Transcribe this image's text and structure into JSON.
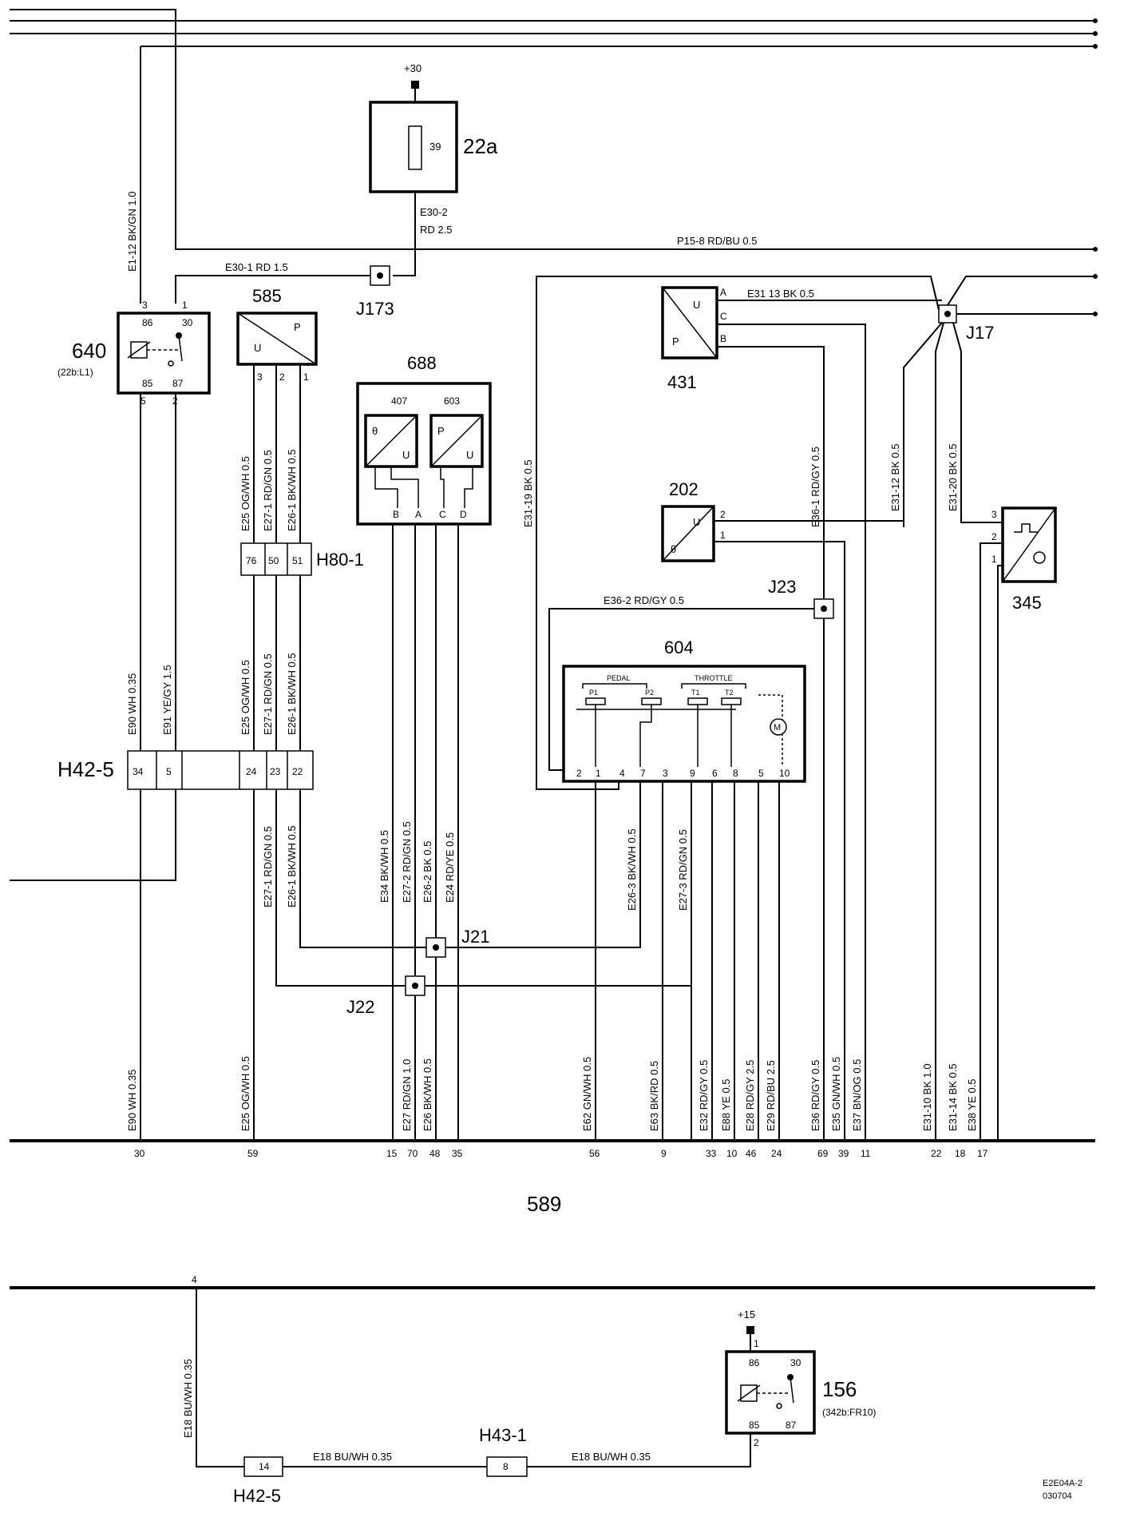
{
  "components": {
    "c22a": {
      "id": "22a",
      "fuse": "39",
      "supply": "+30"
    },
    "c640": {
      "id": "640",
      "sub": "(22b:L1)",
      "pins": [
        "86",
        "30",
        "85",
        "87"
      ],
      "ext": [
        "3",
        "1",
        "5",
        "2"
      ]
    },
    "c585": {
      "id": "585",
      "u": "U",
      "p": "P",
      "pins": [
        "3",
        "2",
        "1"
      ]
    },
    "c688": {
      "id": "688",
      "s1": "407",
      "s2": "603",
      "theta": "θ",
      "u": "U",
      "p": "P",
      "pins": [
        "B",
        "A",
        "C",
        "D"
      ]
    },
    "c431": {
      "id": "431",
      "u": "U",
      "p": "P",
      "pins": [
        "A",
        "C",
        "B"
      ]
    },
    "c202": {
      "id": "202",
      "u": "U",
      "theta": "θ",
      "pins": [
        "2",
        "1"
      ]
    },
    "c345": {
      "id": "345",
      "pins": [
        "3",
        "2",
        "1"
      ]
    },
    "c604": {
      "id": "604",
      "pedal": "PEDAL",
      "throttle": "THROTTLE",
      "sensors": [
        "P1",
        "P2",
        "T1",
        "T2"
      ],
      "motor": "M",
      "pins": [
        "2",
        "1",
        "4",
        "7",
        "3",
        "9",
        "6",
        "8",
        "5",
        "10"
      ]
    },
    "c156": {
      "id": "156",
      "sub": "(342b:FR10)",
      "supply": "+15",
      "pins": [
        "86",
        "30",
        "85",
        "87"
      ],
      "ext": [
        "1",
        "2"
      ]
    },
    "c589": {
      "id": "589"
    }
  },
  "connectors": {
    "H80_1": {
      "id": "H80-1",
      "pins": [
        "76",
        "50",
        "51"
      ]
    },
    "H42_5": {
      "id": "H42-5",
      "pins": [
        "34",
        "5",
        "24",
        "23",
        "22"
      ]
    },
    "H42_5b": {
      "id": "H42-5",
      "pins": [
        "14"
      ]
    },
    "H43_1": {
      "id": "H43-1",
      "pins": [
        "8"
      ]
    }
  },
  "junctions": [
    "J173",
    "J17",
    "J23",
    "J21",
    "J22"
  ],
  "wires": {
    "e1_12": "E1-12  BK/GN  1.0",
    "e30_2": "E30-2",
    "e30_2b": "RD   2.5",
    "p15_8": "P15-8  RD/BU  0.5",
    "e30_1": "E30-1    RD    1.5",
    "e31_13": "E31 13  BK   0.5",
    "e31_19": "E31-19  BK   0.5",
    "e36_1": "E36-1  RD/GY  0.5",
    "e31_12": "E31-12  BK   0.5",
    "e31_20": "E31-20  BK   0.5",
    "e36_2": "E36-2    RD/GY   0.5",
    "w585_3": "E25   OG/WH 0.5",
    "w585_2": "E27-1   RD/GN 0.5",
    "w585_1": "E26-1   BK/WH 0.5",
    "h80_76": "E25   OG/WH 0.5",
    "h80_50": "E27-1   RD/GN 0.5",
    "h80_51": "E26-1   BK/WH 0.5",
    "e90a": "E90    WH   0.35",
    "e91": "E91    YE/GY  1.5",
    "h42_23": "E27-1   RD/GN 0.5",
    "h42_22": "E26-1   BK/WH 0.5",
    "e34": "E34   BK/WH 0.5",
    "e27_2": "E27-2   RD/GN 0.5",
    "e26_2": "E26-2   BK    0.5",
    "e24": "E24   RD/YE 0.5",
    "e26_3": "E26-3   BK/WH 0.5",
    "e27_3": "E27-3   RD/GN 0.5",
    "b_e90": "E90    WH   0.35",
    "b_e25": "E25    OG/WH 0.5",
    "b_e27": "E27   RD/GN 1.0",
    "b_e26": "E26   BK/WH 0.5",
    "b_e62": "E62    GN/WH 0.5",
    "b_e63": "E63    BK/RD  0.5",
    "b_e32": "E32    RD/GY 0.5",
    "b_e88": "E88    YE   0.5",
    "b_e28": "E28    RD/GY 2.5",
    "b_e29": "E29    RD/BU 2.5",
    "b_e36": "E36    RD/GY 0.5",
    "b_e35": "E35    GN/WH 0.5",
    "b_e37": "E37    BN/OG 0.5",
    "b_e31_10": "E31-10  BK   1.0",
    "b_e31_14": "E31-14  BK   0.5",
    "b_e38": "E38    YE   0.5",
    "e18v": "E18   BU/WH  0.35",
    "e18a": "E18    BU/WH  0.35",
    "e18b": "E18    BU/WH  0.35"
  },
  "bus_pins": [
    "30",
    "59",
    "15",
    "70",
    "48",
    "35",
    "56",
    "9",
    "33",
    "10",
    "46",
    "24",
    "69",
    "39",
    "11",
    "22",
    "18",
    "17"
  ],
  "bus2_pin": "4",
  "footer": {
    "code": "E2E04A-2",
    "date": "030704"
  }
}
